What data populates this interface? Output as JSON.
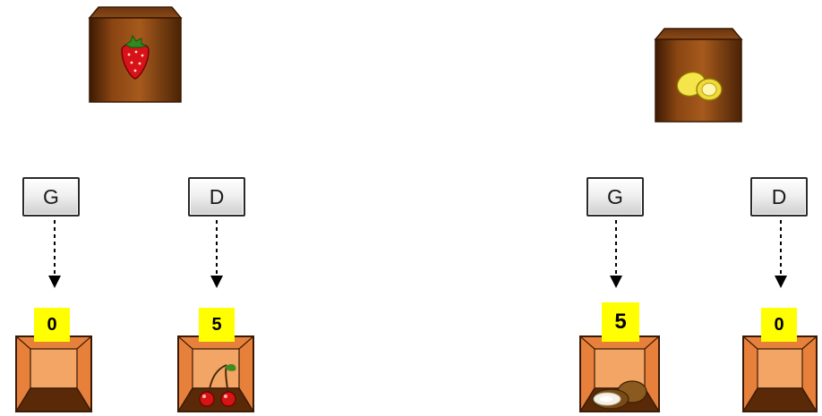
{
  "trials": [
    {
      "source_icon": "strawberry-icon",
      "keys": {
        "left": "G",
        "right": "D"
      },
      "bins": [
        {
          "count": "0",
          "contents_icon": ""
        },
        {
          "count": "5",
          "contents_icon": "cherries-icon"
        }
      ]
    },
    {
      "source_icon": "lemon-icon",
      "keys": {
        "left": "G",
        "right": "D"
      },
      "bins": [
        {
          "count": "5",
          "contents_icon": "coconut-icon"
        },
        {
          "count": "0",
          "contents_icon": ""
        }
      ]
    }
  ],
  "colors": {
    "source_box": "#7a3c0c",
    "bin": "#e07a33",
    "badge": "#ffff00"
  }
}
